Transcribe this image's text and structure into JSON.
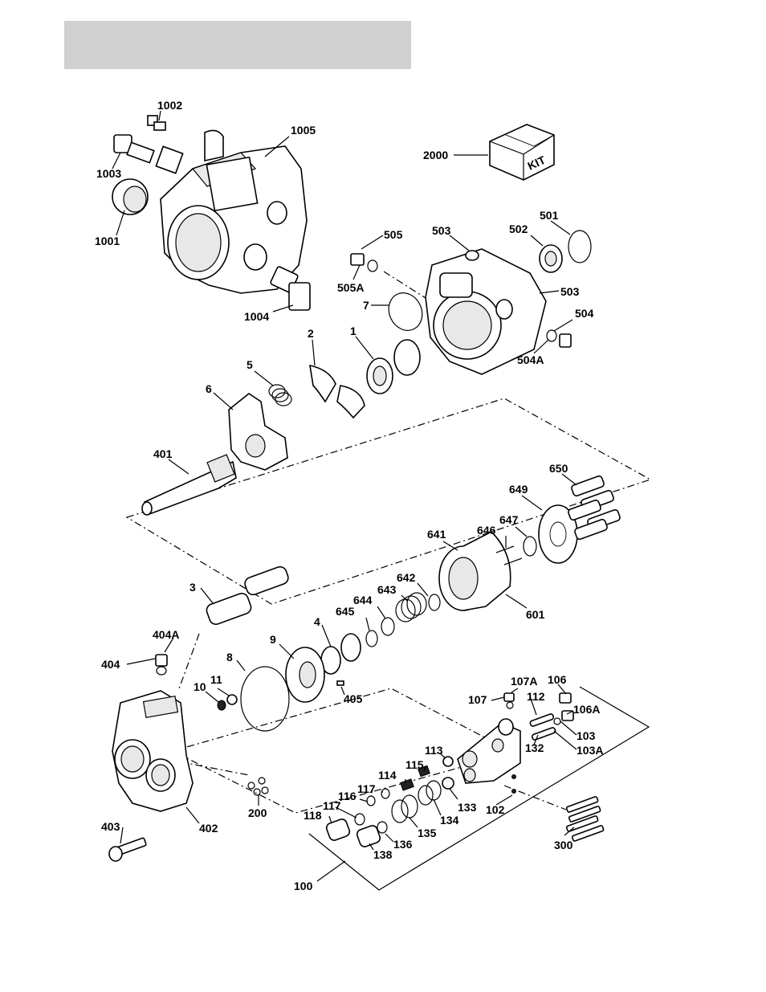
{
  "diagram": {
    "kit_label": "KIT",
    "callouts": [
      {
        "id": "c1002",
        "text": "1002"
      },
      {
        "id": "c1005",
        "text": "1005"
      },
      {
        "id": "c1003",
        "text": "1003"
      },
      {
        "id": "c1001",
        "text": "1001"
      },
      {
        "id": "c1004",
        "text": "1004"
      },
      {
        "id": "c2000",
        "text": "2000"
      },
      {
        "id": "c505",
        "text": "505"
      },
      {
        "id": "c503a",
        "text": "503"
      },
      {
        "id": "c502",
        "text": "502"
      },
      {
        "id": "c501",
        "text": "501"
      },
      {
        "id": "c505a",
        "text": "505A"
      },
      {
        "id": "c7",
        "text": "7"
      },
      {
        "id": "c503b",
        "text": "503"
      },
      {
        "id": "c504",
        "text": "504"
      },
      {
        "id": "c504a",
        "text": "504A"
      },
      {
        "id": "c2",
        "text": "2"
      },
      {
        "id": "c1",
        "text": "1"
      },
      {
        "id": "c5",
        "text": "5"
      },
      {
        "id": "c6",
        "text": "6"
      },
      {
        "id": "c401",
        "text": "401"
      },
      {
        "id": "c650",
        "text": "650"
      },
      {
        "id": "c649",
        "text": "649"
      },
      {
        "id": "c647",
        "text": "647"
      },
      {
        "id": "c646",
        "text": "646"
      },
      {
        "id": "c641",
        "text": "641"
      },
      {
        "id": "c642",
        "text": "642"
      },
      {
        "id": "c643",
        "text": "643"
      },
      {
        "id": "c644",
        "text": "644"
      },
      {
        "id": "c645",
        "text": "645"
      },
      {
        "id": "c601",
        "text": "601"
      },
      {
        "id": "c3",
        "text": "3"
      },
      {
        "id": "c4",
        "text": "4"
      },
      {
        "id": "c404a",
        "text": "404A"
      },
      {
        "id": "c404",
        "text": "404"
      },
      {
        "id": "c9",
        "text": "9"
      },
      {
        "id": "c8",
        "text": "8"
      },
      {
        "id": "c11",
        "text": "11"
      },
      {
        "id": "c10",
        "text": "10"
      },
      {
        "id": "c405",
        "text": "405"
      },
      {
        "id": "c107a",
        "text": "107A"
      },
      {
        "id": "c106",
        "text": "106"
      },
      {
        "id": "c107",
        "text": "107"
      },
      {
        "id": "c112",
        "text": "112"
      },
      {
        "id": "c106a",
        "text": "106A"
      },
      {
        "id": "c103",
        "text": "103"
      },
      {
        "id": "c132",
        "text": "132"
      },
      {
        "id": "c103a",
        "text": "103A"
      },
      {
        "id": "c113",
        "text": "113"
      },
      {
        "id": "c115",
        "text": "115"
      },
      {
        "id": "c114",
        "text": "114"
      },
      {
        "id": "c117a",
        "text": "117"
      },
      {
        "id": "c116",
        "text": "116"
      },
      {
        "id": "c117b",
        "text": "117"
      },
      {
        "id": "c118",
        "text": "118"
      },
      {
        "id": "c133",
        "text": "133"
      },
      {
        "id": "c102",
        "text": "102"
      },
      {
        "id": "c134",
        "text": "134"
      },
      {
        "id": "c135",
        "text": "135"
      },
      {
        "id": "c136",
        "text": "136"
      },
      {
        "id": "c138",
        "text": "138"
      },
      {
        "id": "c200",
        "text": "200"
      },
      {
        "id": "c402",
        "text": "402"
      },
      {
        "id": "c403",
        "text": "403"
      },
      {
        "id": "c300",
        "text": "300"
      },
      {
        "id": "c100",
        "text": "100"
      }
    ]
  }
}
